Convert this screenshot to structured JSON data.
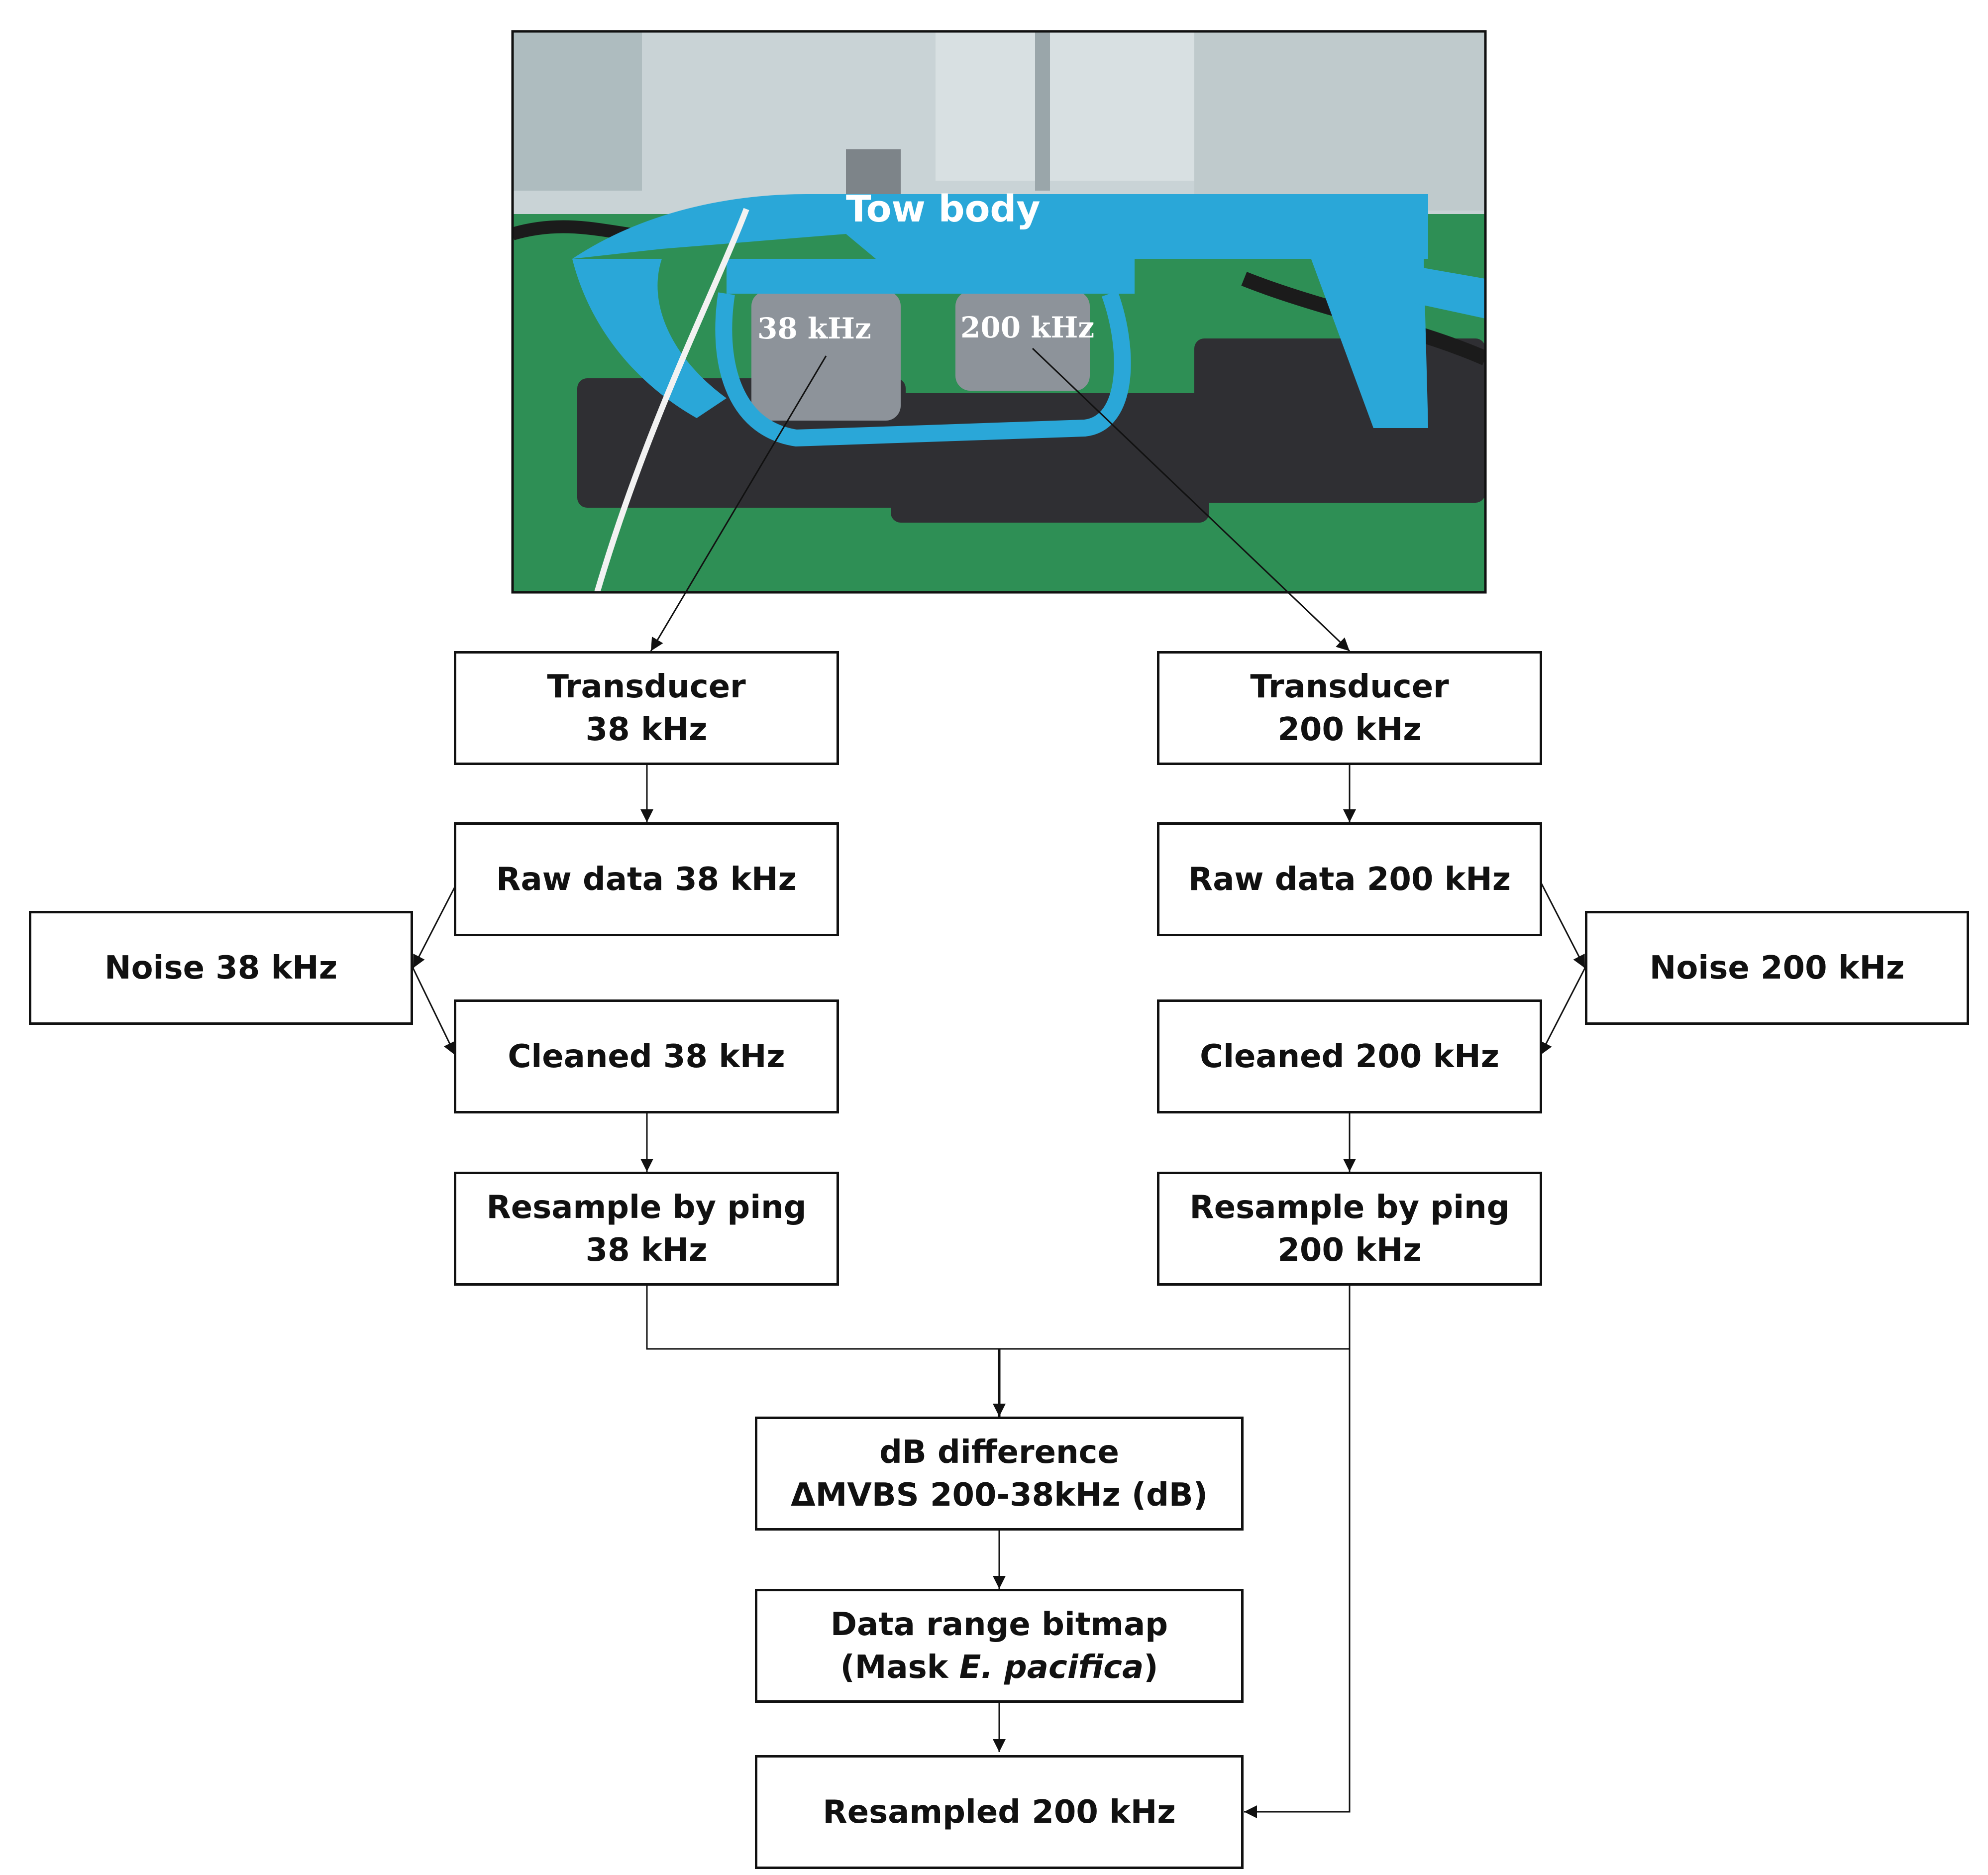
{
  "photo": {
    "labels": {
      "tow_body": "Tow body",
      "k38": "38 kHz",
      "k200": "200 kHz"
    },
    "colors": {
      "deck_green": "#2e8f55",
      "tow_body_blue": "#2aa7d8",
      "foam_dark": "#2f2f33",
      "transducer_gray": "#8d939a"
    }
  },
  "nodes": {
    "transducer_38": {
      "line1": "Transducer",
      "line2": "38 kHz"
    },
    "transducer_200": {
      "line1": "Transducer",
      "line2": "200 kHz"
    },
    "raw_38": {
      "line1": "Raw data 38 kHz"
    },
    "raw_200": {
      "line1": "Raw data 200 kHz"
    },
    "noise_38": {
      "line1": "Noise 38 kHz"
    },
    "noise_200": {
      "line1": "Noise 200 kHz"
    },
    "cleaned_38": {
      "line1": "Cleaned 38 kHz"
    },
    "cleaned_200": {
      "line1": "Cleaned 200 kHz"
    },
    "resample_38": {
      "line1": "Resample by ping",
      "line2": "38 kHz"
    },
    "resample_200": {
      "line1": "Resample by ping",
      "line2": "200 kHz"
    },
    "db_difference": {
      "line1": "dB difference",
      "line2": "ΔMVBS 200-38kHz (dB)"
    },
    "bitmap": {
      "line1_pre": "Data range bitmap",
      "line2_open": "(Mask ",
      "line2_italic": "E. pacifica",
      "line2_close": ")"
    },
    "resampled_200": {
      "line1": "Resampled 200 kHz"
    }
  },
  "edges": [
    {
      "from": "photo.transducer_38",
      "to": "transducer_38"
    },
    {
      "from": "photo.transducer_200",
      "to": "transducer_200"
    },
    {
      "from": "transducer_38",
      "to": "raw_38"
    },
    {
      "from": "transducer_200",
      "to": "raw_200"
    },
    {
      "from": "raw_38",
      "to": "noise_38"
    },
    {
      "from": "noise_38",
      "to": "cleaned_38"
    },
    {
      "from": "raw_200",
      "to": "noise_200"
    },
    {
      "from": "noise_200",
      "to": "cleaned_200"
    },
    {
      "from": "cleaned_38",
      "to": "resample_38"
    },
    {
      "from": "cleaned_200",
      "to": "resample_200"
    },
    {
      "from": "resample_38",
      "to": "db_difference"
    },
    {
      "from": "resample_200",
      "to": "db_difference"
    },
    {
      "from": "db_difference",
      "to": "bitmap"
    },
    {
      "from": "bitmap",
      "to": "resampled_200"
    },
    {
      "from": "resample_200",
      "to": "resampled_200"
    }
  ]
}
